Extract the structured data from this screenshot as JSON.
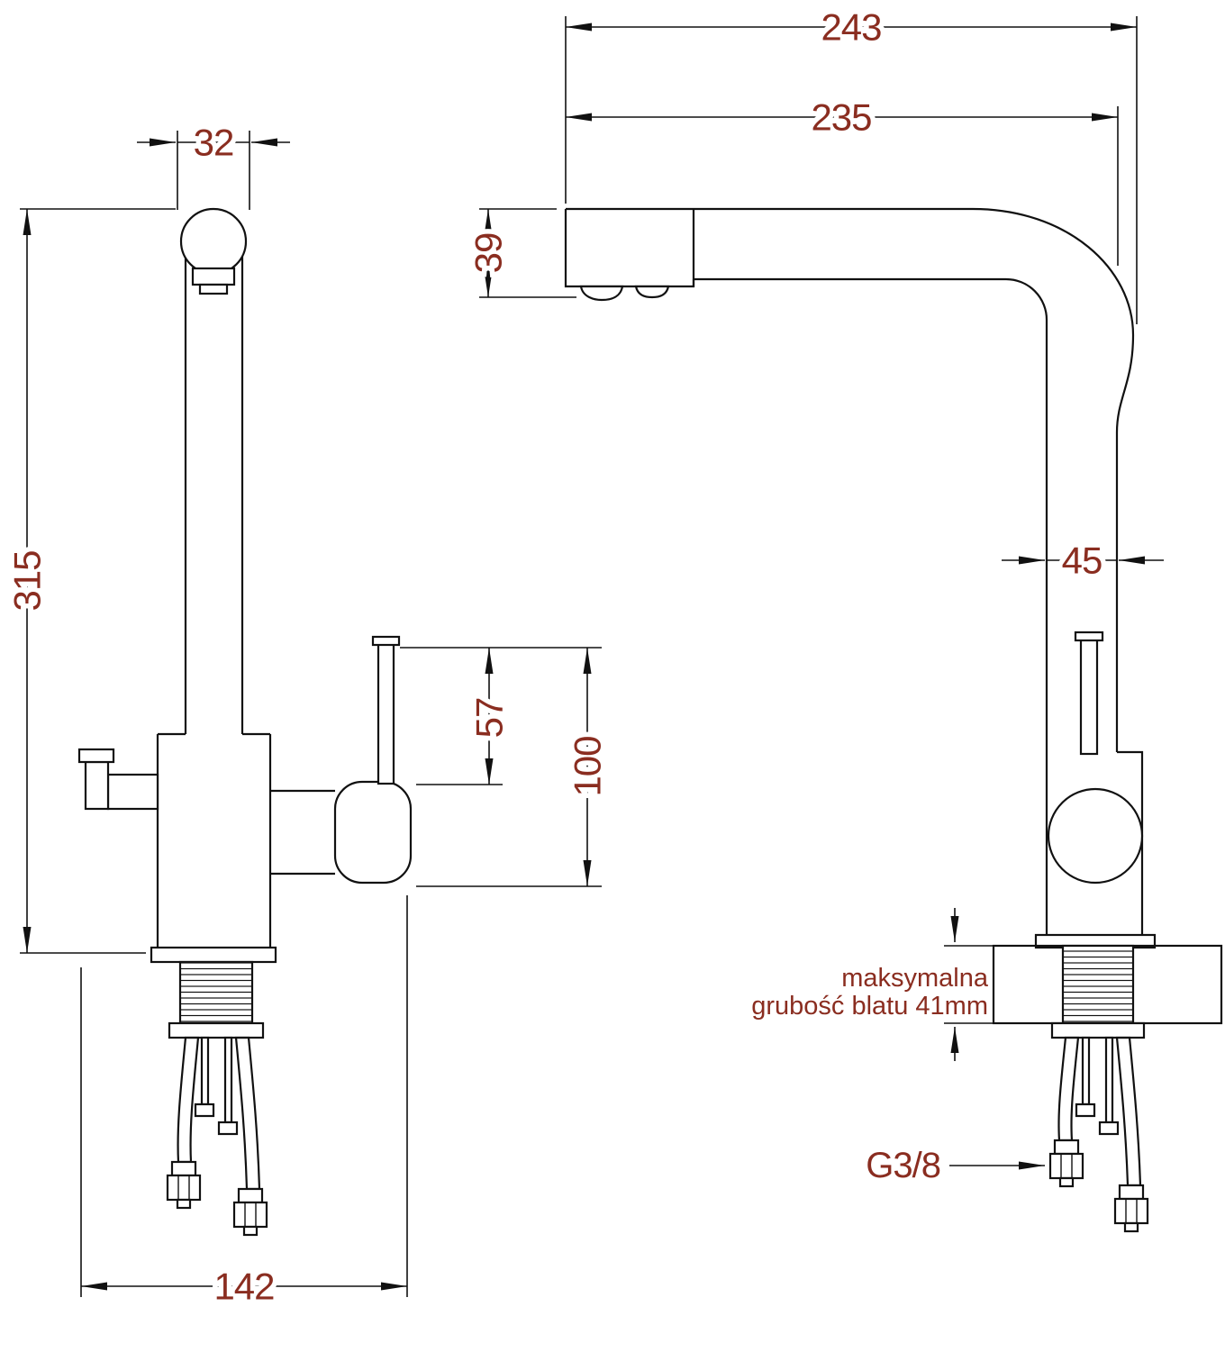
{
  "colors": {
    "background": "#ffffff",
    "line": "#111111",
    "dimension_text": "#8a2d20"
  },
  "front_view": {
    "dims": {
      "spout_width": "32",
      "total_height": "315",
      "lever_height": "57",
      "joint_height": "100",
      "base_width": "142"
    }
  },
  "side_view": {
    "dims": {
      "total_depth": "243",
      "spout_depth": "235",
      "head_height": "39",
      "pipe_width": "45"
    },
    "notes": {
      "counter_line1": "maksymalna",
      "counter_line2": "grubość blatu 41mm",
      "connection_thread": "G3/8"
    }
  }
}
